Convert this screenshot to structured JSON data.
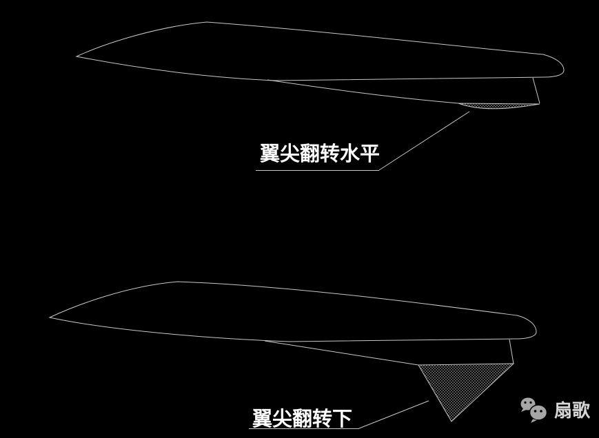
{
  "colors": {
    "background": "#000000",
    "line": "#c9c9c9",
    "label-text": "#ffffff",
    "hatch-dot": "#9a9a9a",
    "watermark-icon": "#a6a6a6",
    "watermark-text": "#d6d6d6"
  },
  "annotations": {
    "top_label": "翼尖翻转水平",
    "bottom_label": "翼尖翻转下"
  },
  "watermark": {
    "icon": "wechat-icon",
    "text": "扇歌"
  }
}
